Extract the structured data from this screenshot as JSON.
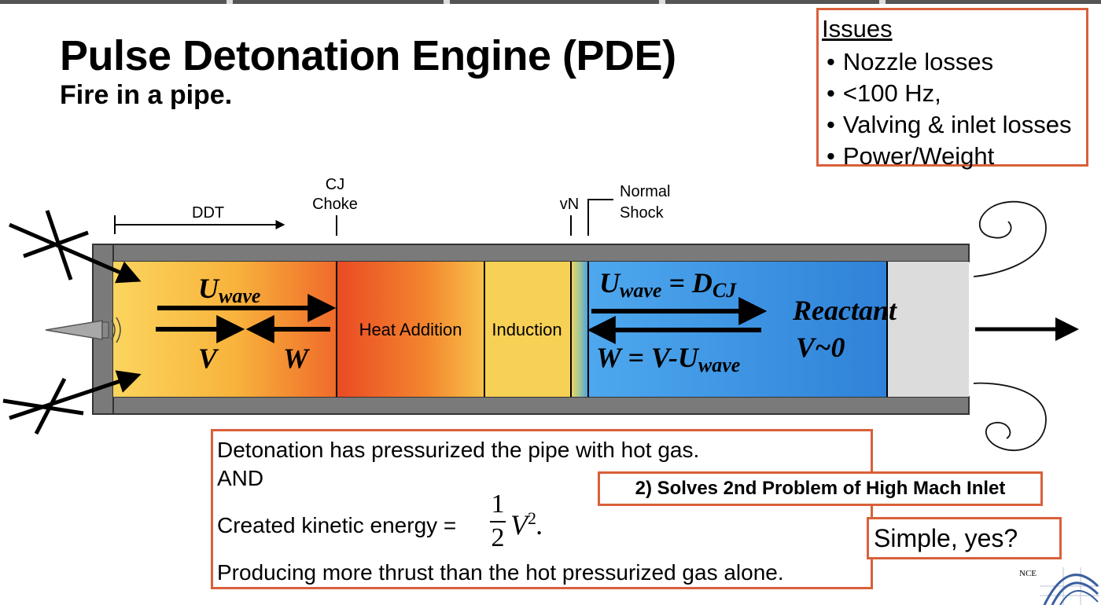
{
  "title": "Pulse Detonation Engine (PDE)",
  "subtitle": "Fire in a pipe.",
  "issues": {
    "heading": "Issues",
    "items": [
      "Nozzle losses",
      "<100 Hz,",
      "Valving & inlet losses",
      "Power/Weight"
    ]
  },
  "diagram": {
    "ddt_label": "DDT",
    "cj_label_1": "CJ",
    "cj_label_2": "Choke",
    "vn_label": "vN",
    "normal_shock_1": "Normal",
    "normal_shock_2": "Shock",
    "u_wave": "U",
    "u_wave_sub": "wave",
    "v_label": "V",
    "w_label": "W",
    "heat_addition": "Heat Addition",
    "induction": "Induction",
    "u_wave_dcj_main": "U",
    "u_wave_dcj_sub": "wave",
    "u_wave_dcj_eq": " = D",
    "u_wave_dcj_sub2": "CJ",
    "w_eq_main": "W = V-U",
    "w_eq_sub": "wave",
    "reactant": "Reactant",
    "v_approx": "V~0"
  },
  "explanation": {
    "line1": "Detonation has pressurized the pipe with hot gas.",
    "line2": "AND",
    "line3": "Created kinetic energy =",
    "frac_num": "1",
    "frac_den": "2",
    "v_squared": "V",
    "exponent": "2",
    "period": ".",
    "line4": "Producing more thrust than the hot pressurized gas alone."
  },
  "solves_label": "2) Solves 2nd Problem of High Mach Inlet",
  "simple_label": "Simple, yes?",
  "logo_text": "NCE",
  "colors": {
    "accent_border": "#d9603a",
    "pipe_wall": "#7a7a7a",
    "induction": "#f7d155",
    "reactant": "#3a8fe0"
  }
}
